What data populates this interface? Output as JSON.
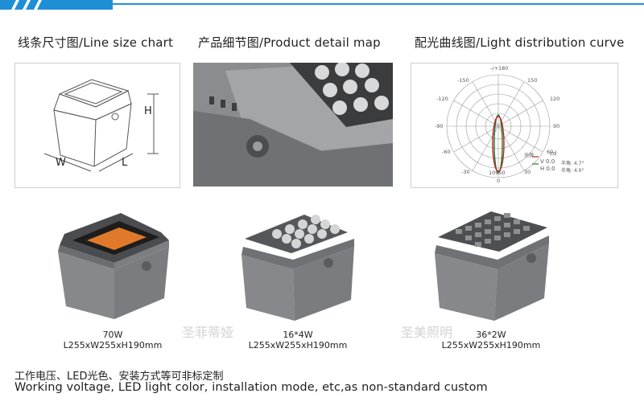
{
  "sections": [
    {
      "label": "线条尺寸图/Line size chart"
    },
    {
      "label": "产品细节图/Product detail map"
    },
    {
      "label": "配光曲线图/Light distribution curve"
    }
  ],
  "dimension_labels": {
    "height": "H",
    "width": "W",
    "length": "L"
  },
  "polar": {
    "angles_top": [
      "-/+180"
    ],
    "angle_labels": [
      "-150",
      "150",
      "-120",
      "120",
      "-90",
      "90",
      "-60",
      "60",
      "-30",
      "30",
      "0"
    ],
    "center_value": "10950",
    "legend": {
      "unit": "cd",
      "title": "光强",
      "v_line": "V 0.0",
      "v_extra": "半角: 4.7°",
      "h_line": "H 0.0",
      "h_extra": "半角: 4.0°"
    }
  },
  "products": [
    {
      "name": "70W",
      "size": "L255xW255xH190mm"
    },
    {
      "name": "16*4W",
      "size": "L255xW255xH190mm"
    },
    {
      "name": "36*2W",
      "size": "L255xW255xH190mm"
    }
  ],
  "watermarks": [
    "圣菲蒂娅",
    "圣美照明"
  ],
  "notes": {
    "cn": "工作电压、LED光色、安装方式等可非标定制",
    "en": "Working voltage, LED light color, installation mode, etc,as non-standard custom"
  },
  "colors": {
    "accent": "#1e8fd6",
    "housing": "#7b7d80",
    "panel": "#2b2b2b"
  }
}
